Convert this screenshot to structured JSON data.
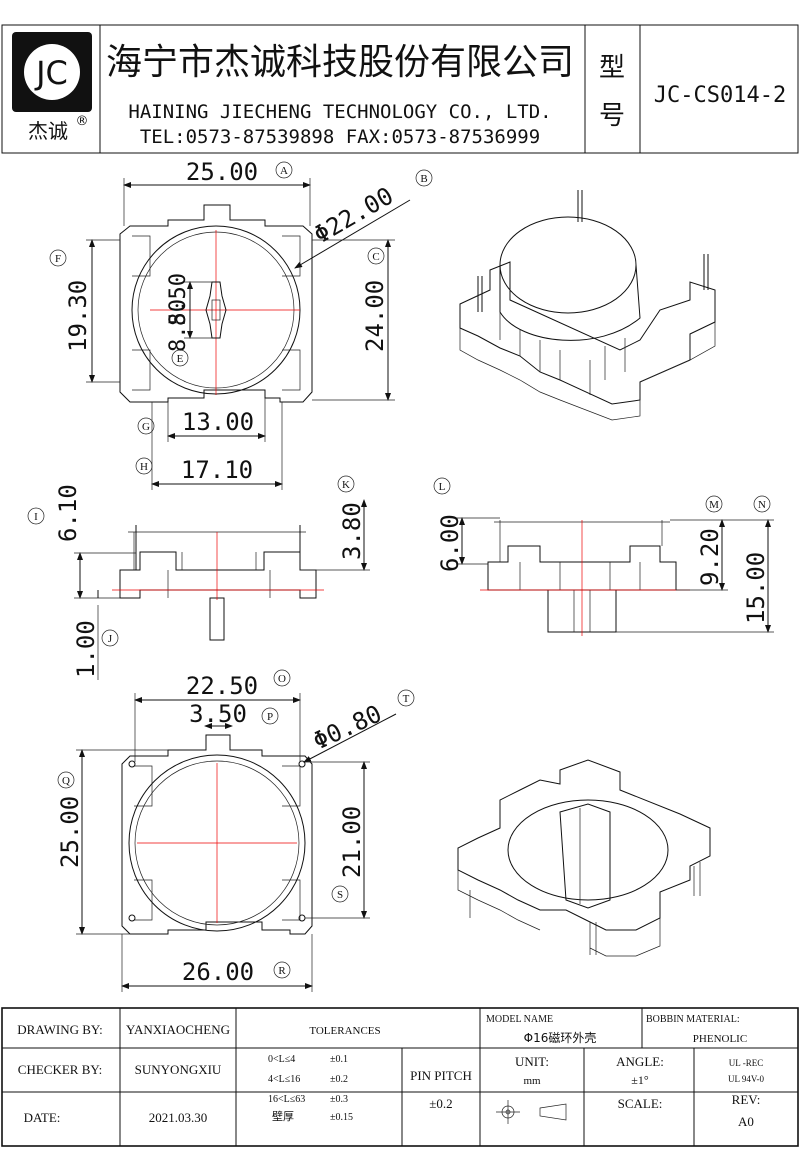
{
  "header": {
    "logo_letters": "JC",
    "logo_brand": "杰诚",
    "logo_mark": "®",
    "company_cn": "海宁市杰诚科技股份有限公司",
    "company_en": "HAINING JIECHENG TECHNOLOGY CO., LTD.",
    "contact": "TEL:0573-87539898  FAX:0573-87536999",
    "type_label_1": "型",
    "type_label_2": "号",
    "model_code": "JC-CS014-2"
  },
  "dimensions": {
    "A": {
      "value": "25.00",
      "ref": "A"
    },
    "B": {
      "value": "Φ22.00",
      "ref": "B"
    },
    "C": {
      "value": "24.00",
      "ref": "C"
    },
    "D": {
      "value": "8.50"
    },
    "E": {
      "value": "8.50",
      "ref": "E"
    },
    "F": {
      "value": "19.30",
      "ref": "F"
    },
    "G": {
      "value": "13.00",
      "ref": "G"
    },
    "H": {
      "value": "17.10",
      "ref": "H"
    },
    "I": {
      "value": "6.10",
      "ref": "I"
    },
    "J": {
      "value": "1.00",
      "ref": "J"
    },
    "K": {
      "value": "3.80",
      "ref": "K"
    },
    "L": {
      "value": "6.00",
      "ref": "L"
    },
    "M": {
      "value": "9.20",
      "ref": "M"
    },
    "N": {
      "value": "15.00",
      "ref": "N"
    },
    "O": {
      "value": "22.50",
      "ref": "O"
    },
    "P": {
      "value": "3.50",
      "ref": "P"
    },
    "T": {
      "value": "Φ0.80",
      "ref": "T"
    },
    "Q": {
      "value": "25.00",
      "ref": "Q"
    },
    "S": {
      "value": "21.00",
      "ref": "S"
    },
    "R": {
      "value": "26.00",
      "ref": "R"
    }
  },
  "title_block": {
    "drawing_by_label": "DRAWING  BY:",
    "drawing_by": "YANXIAOCHENG",
    "checker_by_label": "CHECKER  BY:",
    "checker_by": "SUNYONGXIU",
    "date_label": "DATE:",
    "date": "2021.03.30",
    "tolerances_label": "TOLERANCES",
    "tol_rows": [
      {
        "range": "0<L≤4",
        "tol": "±0.1"
      },
      {
        "range": "4<L≤16",
        "tol": "±0.2"
      },
      {
        "range": "16<L≤63",
        "tol": "±0.3"
      },
      {
        "range": "壁厚",
        "tol": "±0.15"
      }
    ],
    "pin_pitch_label": "PIN PITCH",
    "pin_pitch": "±0.2",
    "model_name_label": "MODEL NAME",
    "model_name": "Φ16磁环外壳",
    "bobbin_material_label": "BOBBIN MATERIAL:",
    "bobbin_material": "PHENOLIC",
    "unit_label": "UNIT:",
    "unit": "mm",
    "angle_label": "ANGLE:",
    "angle": "±1°",
    "ul_1": "UL -REC",
    "ul_2": "UL  94V-0",
    "scale_label": "SCALE:",
    "rev_label": "REV:",
    "rev": "A0"
  }
}
